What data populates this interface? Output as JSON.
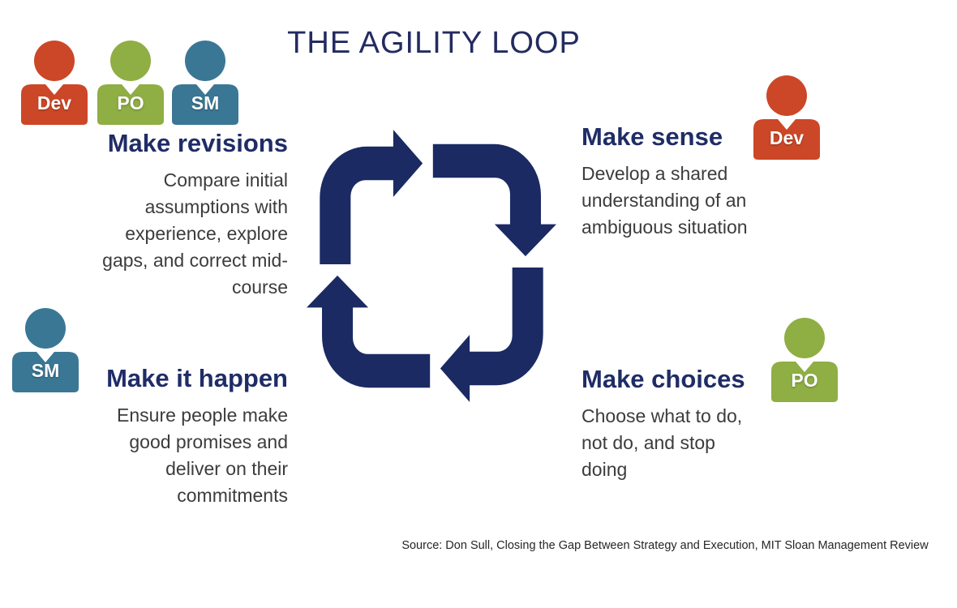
{
  "title": "THE AGILITY LOOP",
  "source": "Source: Don Sull, Closing the Gap Between Strategy and Execution, MIT Sloan Management Review",
  "colors": {
    "title": "#232b60",
    "heading": "#1f2c67",
    "navy": "#1b2a63",
    "body_text": "#3c3c3c",
    "dev": "#cc4727",
    "po": "#8fae44",
    "sm": "#3a7795"
  },
  "roles": {
    "dev": "Dev",
    "po": "PO",
    "sm": "SM"
  },
  "quadrants": {
    "make_revisions": {
      "heading": "Make revisions",
      "lines": [
        "Compare initial",
        "assumptions with",
        "experience, explore",
        "gaps, and correct mid-",
        "course"
      ]
    },
    "make_sense": {
      "heading": "Make sense",
      "lines": [
        "Develop a shared",
        "understanding of an",
        "ambiguous situation"
      ]
    },
    "make_it_happen": {
      "heading": "Make it happen",
      "lines": [
        "Ensure people make",
        "good promises and",
        "deliver on their",
        "commitments"
      ]
    },
    "make_choices": {
      "heading": "Make choices",
      "lines": [
        "Choose what to do,",
        "not do, and stop",
        "doing"
      ]
    }
  }
}
